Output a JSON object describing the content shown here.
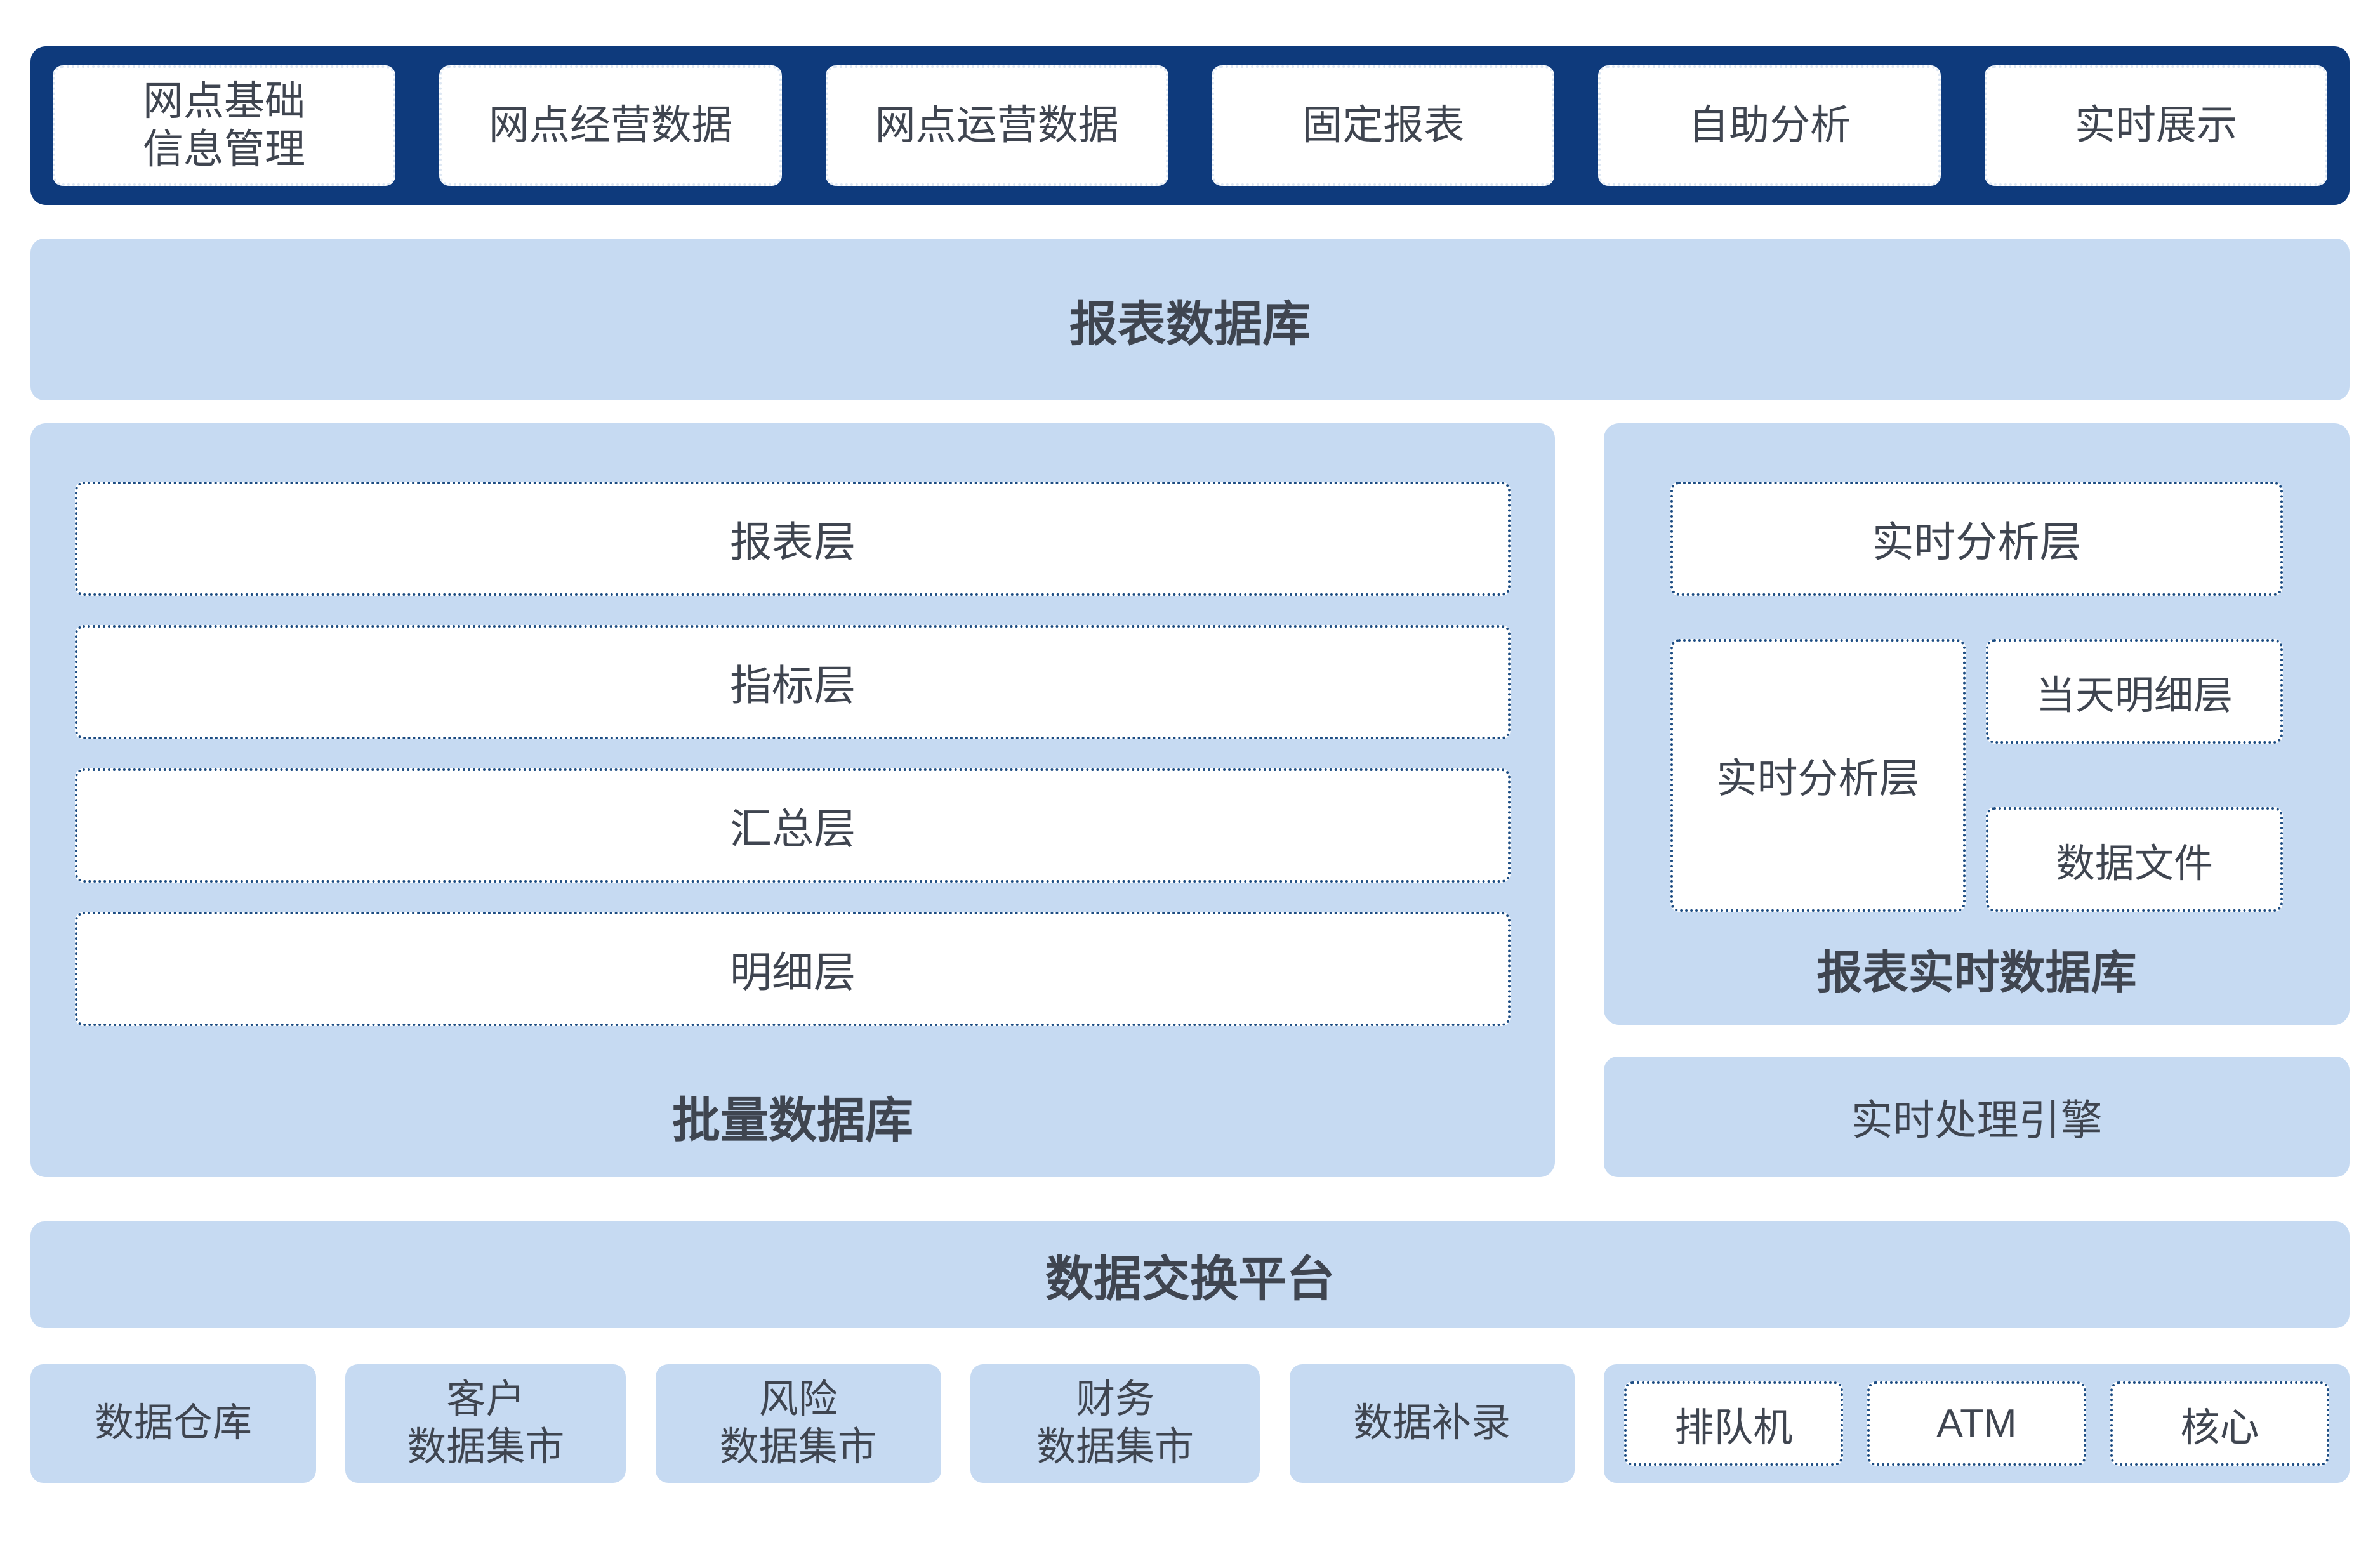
{
  "colors": {
    "navy": "#0e3a7c",
    "light_blue": "#c6daf2",
    "dotted_border": "#1c4c82",
    "light_dotted_border": "#dde7f3",
    "text": "#3f4550"
  },
  "top_bar": {
    "items": [
      {
        "label": "网点基础\n信息管理"
      },
      {
        "label": "网点经营数据"
      },
      {
        "label": "网点运营数据"
      },
      {
        "label": "固定报表"
      },
      {
        "label": "自助分析"
      },
      {
        "label": "实时展示"
      }
    ]
  },
  "report_db_band": {
    "label": "报表数据库"
  },
  "batch_db": {
    "layers": [
      {
        "label": "报表层"
      },
      {
        "label": "指标层"
      },
      {
        "label": "汇总层"
      },
      {
        "label": "明细层"
      }
    ],
    "title": "批量数据库"
  },
  "realtime_db": {
    "analysis_layer_top": "实时分析层",
    "analysis_layer_left": "实时分析层",
    "today_detail_layer": "当天明细层",
    "data_file": "数据文件",
    "title": "报表实时数据库"
  },
  "engine_band": {
    "label": "实时处理引擎"
  },
  "exchange_band": {
    "label": "数据交换平台"
  },
  "bottom_row": {
    "sources": [
      {
        "label": "数据仓库"
      },
      {
        "label": "客户\n数据集市"
      },
      {
        "label": "风险\n数据集市"
      },
      {
        "label": "财务\n数据集市"
      },
      {
        "label": "数据补录"
      }
    ],
    "channels": [
      {
        "label": "排队机"
      },
      {
        "label": "ATM"
      },
      {
        "label": "核心"
      }
    ]
  }
}
